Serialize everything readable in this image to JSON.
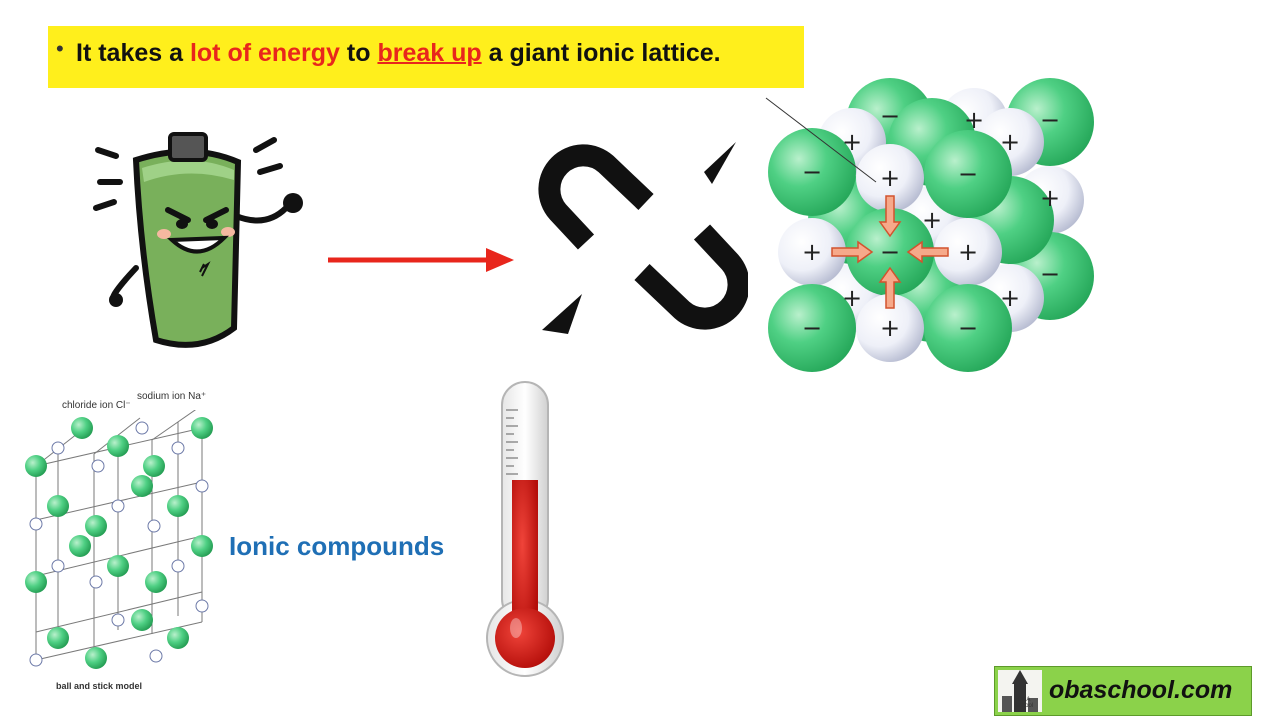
{
  "banner": {
    "bullet": "•",
    "part1": "It takes a ",
    "part2": "lot of energy",
    "part3": " to ",
    "part4": "break up",
    "part5": " a giant ionic lattice."
  },
  "ionic_label": "Ionic compounds",
  "lattice_model": {
    "chloride_label": "chloride ion Cl⁻",
    "sodium_label": "sodium ion Na⁺",
    "caption": "ball and stick model"
  },
  "logo": {
    "text": "obaschool.com",
    "emblem_text": "OBA School"
  },
  "colors": {
    "banner": "#ffef1c",
    "highlight": "#e8261c",
    "arrow": "#e8261c",
    "chloride": "#3fc372",
    "sodium": "#e6e8f2",
    "label": "#1f6fb5",
    "logo": "#8bd24a"
  },
  "icons": [
    "battery-character-icon",
    "arrow-right-icon",
    "broken-chain-icon",
    "ionic-lattice-diagram",
    "thermometer-icon",
    "ball-and-stick-lattice",
    "oba-school-logo"
  ]
}
